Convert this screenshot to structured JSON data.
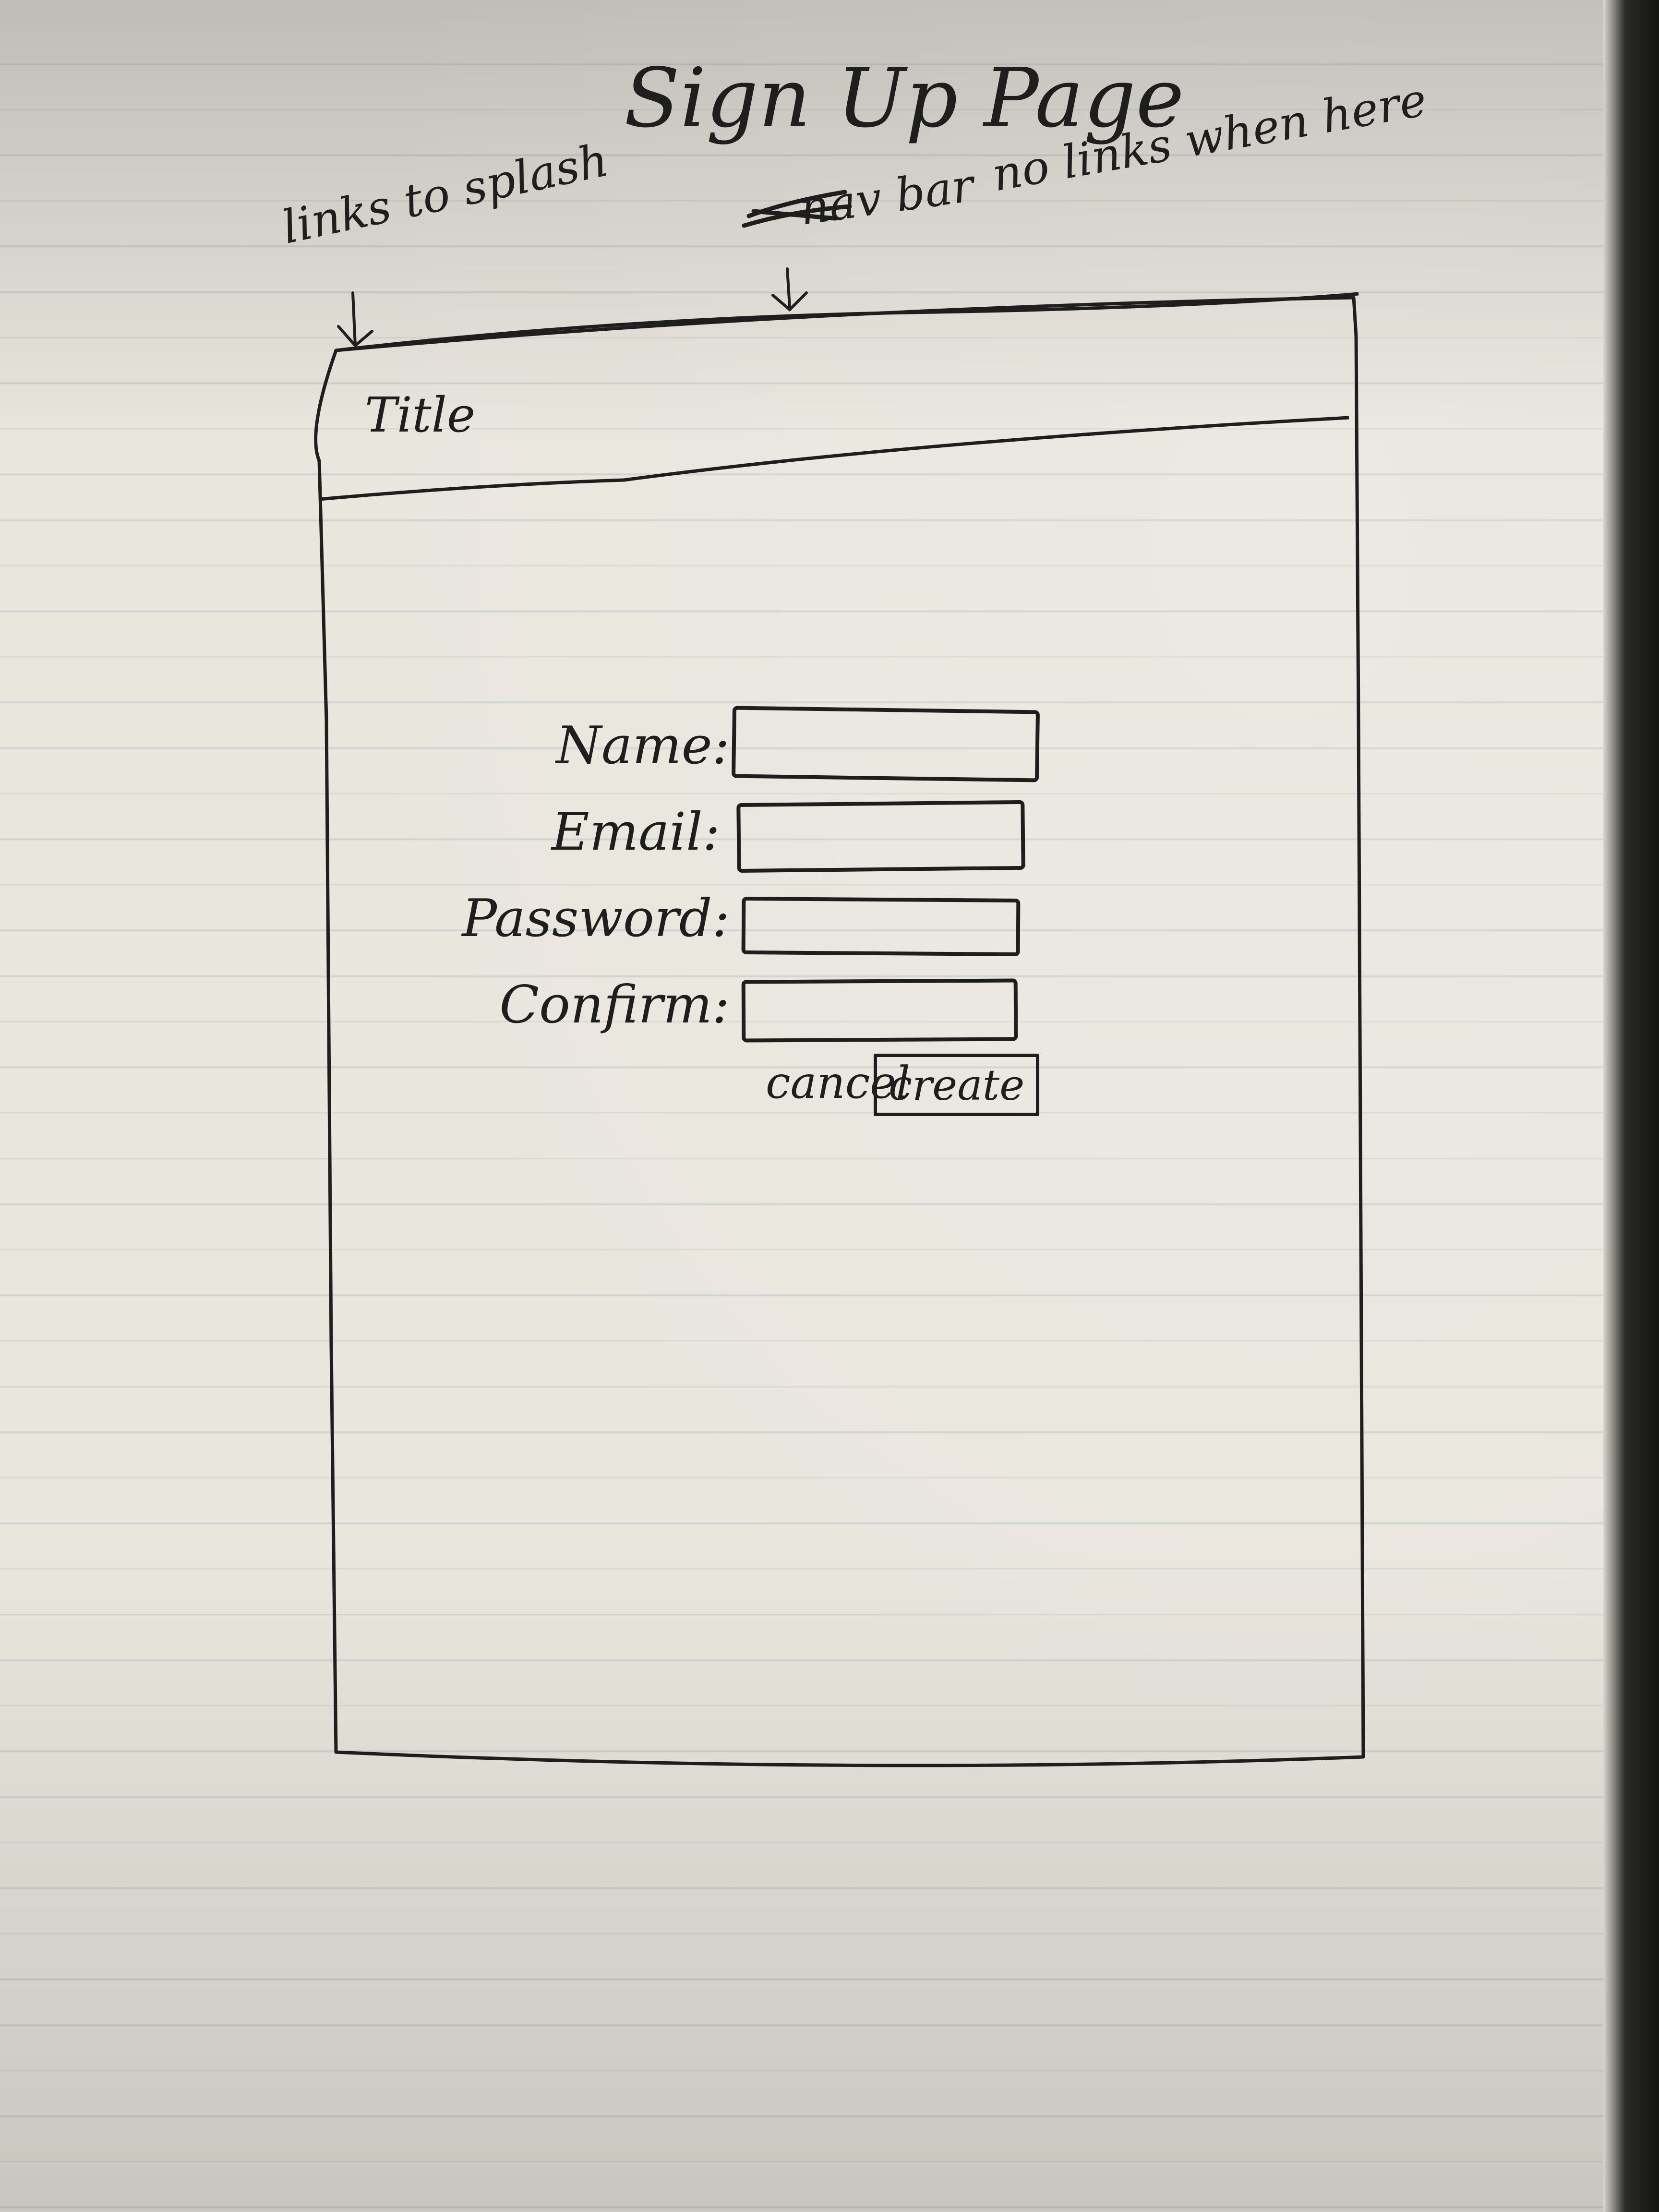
{
  "page_title": "Sign Up Page",
  "annotations": {
    "links_to_splash": "links to splash",
    "nav_bar": "nav bar",
    "no_links_when_here": "no links when here"
  },
  "mockup": {
    "title": "Title",
    "form": {
      "fields": [
        {
          "label": "Name:"
        },
        {
          "label": "Email:"
        },
        {
          "label": "Password:"
        },
        {
          "label": "Confirm:"
        }
      ],
      "cancel_label": "cancel",
      "create_label": "create"
    }
  }
}
